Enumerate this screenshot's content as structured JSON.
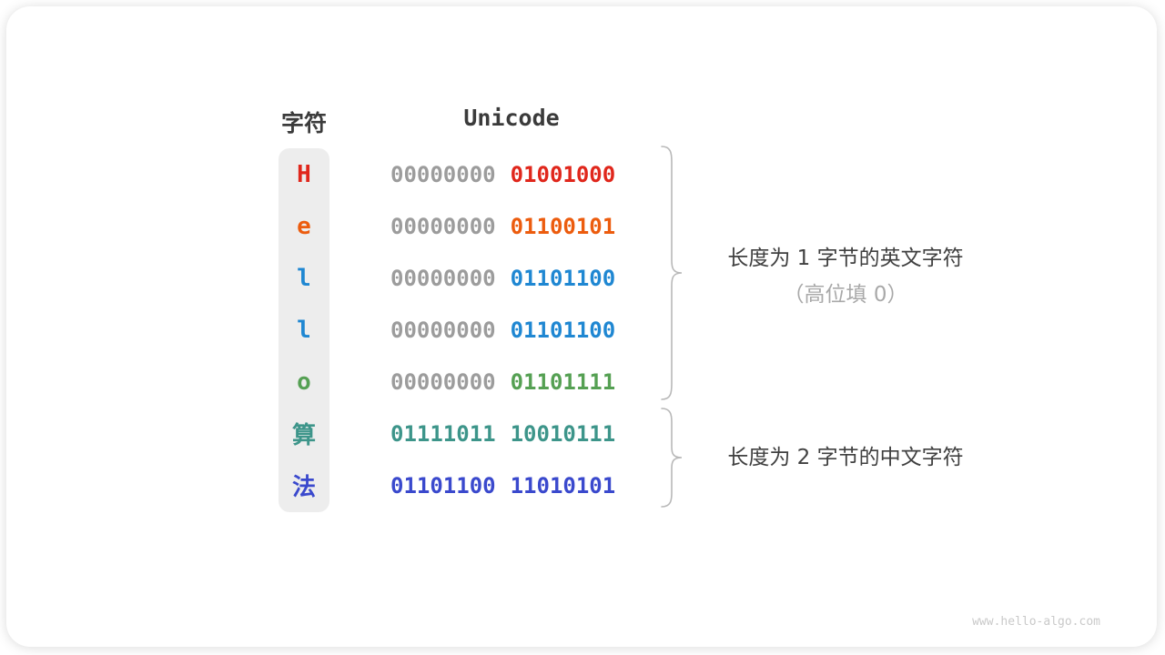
{
  "header": {
    "char_column_label": "字符",
    "unicode_column_label": "Unicode"
  },
  "rows": [
    {
      "char": "H",
      "char_color": "#e0271c",
      "byte1": "00000000",
      "byte1_color": "#9c9c9c",
      "byte2": "01001000",
      "byte2_color": "#e0271c"
    },
    {
      "char": "e",
      "char_color": "#ec5c0e",
      "byte1": "00000000",
      "byte1_color": "#9c9c9c",
      "byte2": "01100101",
      "byte2_color": "#ec5c0e"
    },
    {
      "char": "l",
      "char_color": "#1f87d2",
      "byte1": "00000000",
      "byte1_color": "#9c9c9c",
      "byte2": "01101100",
      "byte2_color": "#1f87d2"
    },
    {
      "char": "l",
      "char_color": "#1f87d2",
      "byte1": "00000000",
      "byte1_color": "#9c9c9c",
      "byte2": "01101100",
      "byte2_color": "#1f87d2"
    },
    {
      "char": "o",
      "char_color": "#55a053",
      "byte1": "00000000",
      "byte1_color": "#9c9c9c",
      "byte2": "01101111",
      "byte2_color": "#55a053"
    },
    {
      "char": "算",
      "char_color": "#3d958a",
      "byte1": "01111011",
      "byte1_color": "#3d958a",
      "byte2": "10010111",
      "byte2_color": "#3d958a"
    },
    {
      "char": "法",
      "char_color": "#3a49cd",
      "byte1": "01101100",
      "byte1_color": "#3a49cd",
      "byte2": "11010101",
      "byte2_color": "#3a49cd"
    }
  ],
  "annotations": {
    "group1_line1": "长度为 1 字节的英文字符",
    "group1_line2": "（高位填 0）",
    "group2_line1": "长度为 2 字节的中文字符"
  },
  "watermark": "www.hello-algo.com",
  "colors": {
    "column_bg": "#ededed",
    "header_text": "#3b3b3b",
    "note_text": "#404040",
    "note_muted": "#a9a9a9",
    "brace": "#b8b8b8",
    "watermark": "#c9c9c9"
  }
}
